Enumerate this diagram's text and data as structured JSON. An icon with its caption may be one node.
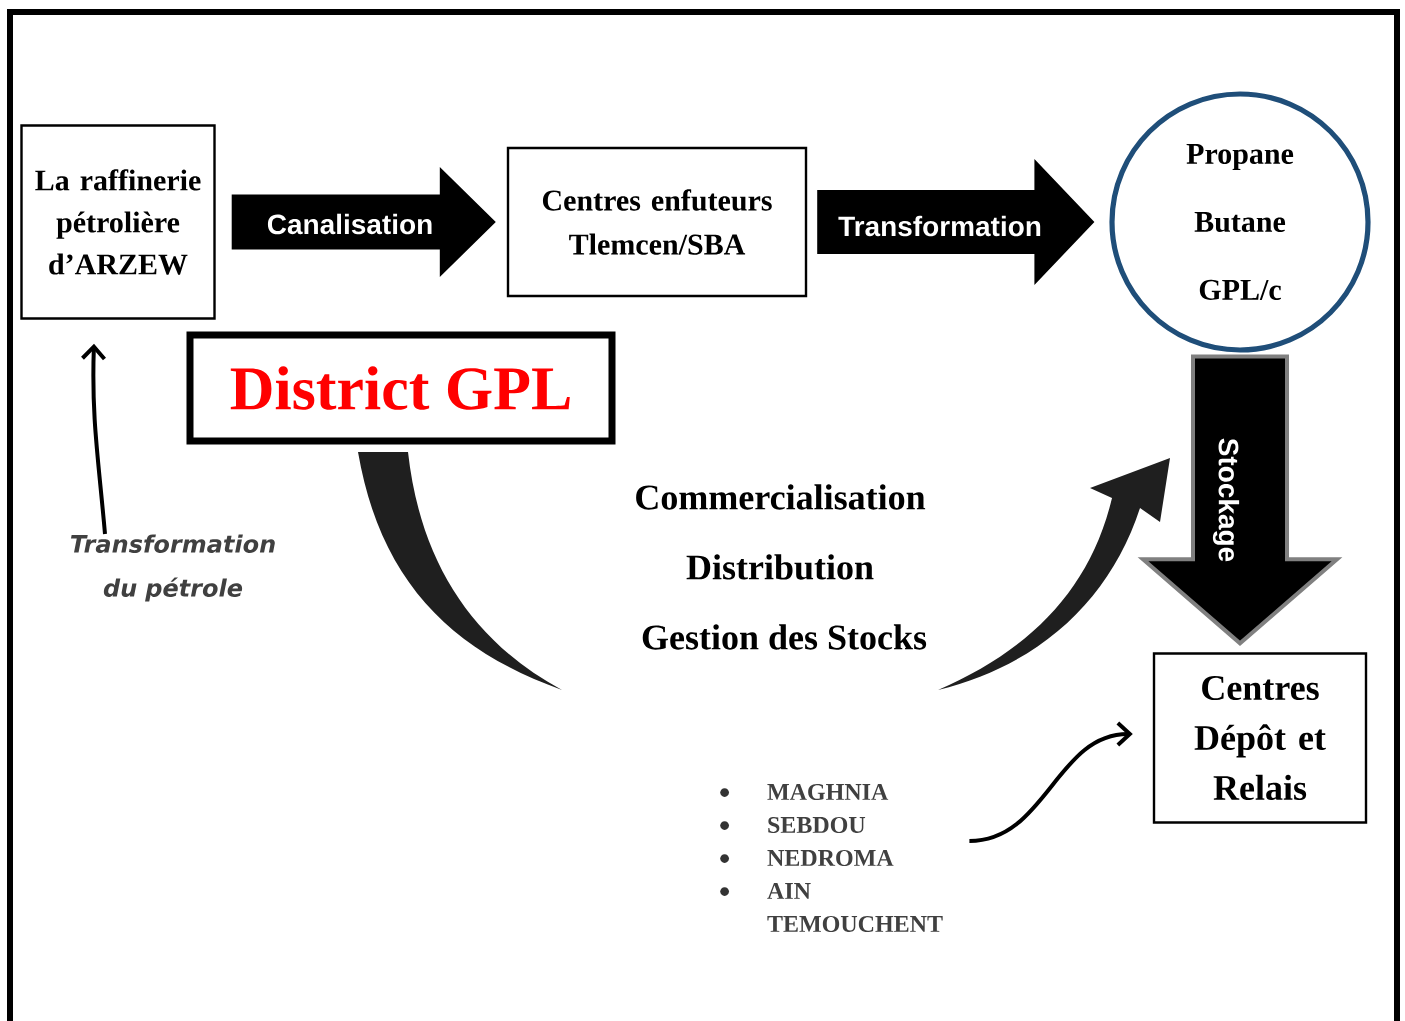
{
  "diagram": {
    "nodes": [
      {
        "text": [
          "La raffinerie pétrolière d’ARZEW"
        ]
      },
      {
        "text": [
          "Centres enfuteurs Tlemcen/SBA"
        ]
      },
      {
        "text": [
          "Propane",
          "Butane",
          "GPL/c"
        ]
      },
      {
        "text": [
          "Centres Dépôt et Relais"
        ]
      },
      {
        "text": [
          "District GPL"
        ]
      },
      {
        "text": [
          "Transformation du pétrole"
        ]
      },
      {
        "text": [
          "MAGHNIA",
          "SEBDOU",
          "NEDROMA",
          "AIN TEMOUCHENT"
        ]
      }
    ],
    "edges": [
      {
        "from": 0,
        "to": 1,
        "arrow": "to",
        "label": "Canalisation",
        "style": "thick"
      },
      {
        "from": 1,
        "to": 2,
        "arrow": "to",
        "label": "Transformation",
        "style": "thick"
      },
      {
        "from": 2,
        "to": 3,
        "arrow": "to",
        "label": "Stockage",
        "style": "thick"
      },
      {
        "from": 5,
        "to": 0,
        "arrow": "to"
      },
      {
        "from": 6,
        "to": 3,
        "arrow": "to"
      }
    ],
    "labels": [
      "Commercialisation",
      "Distribution",
      "Gestion des Stocks"
    ]
  }
}
